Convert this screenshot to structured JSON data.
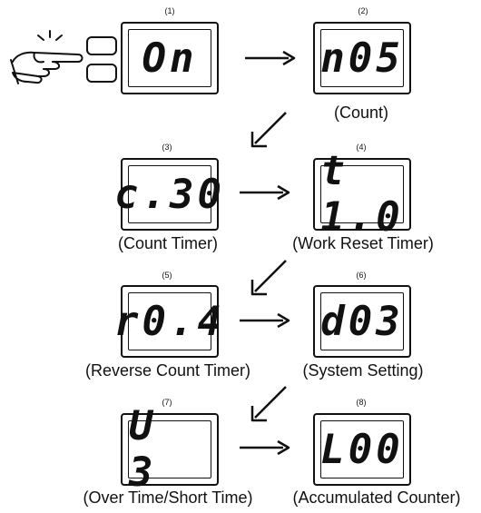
{
  "steps": [
    {
      "num": "(1)",
      "display": "On",
      "caption": ""
    },
    {
      "num": "(2)",
      "display": "n05",
      "caption": "(Count)"
    },
    {
      "num": "(3)",
      "display": "c.30",
      "caption": "(Count Timer)"
    },
    {
      "num": "(4)",
      "display": "t 1.0",
      "caption": "(Work Reset Timer)"
    },
    {
      "num": "(5)",
      "display": "r0.4",
      "caption": "(Reverse Count Timer)"
    },
    {
      "num": "(6)",
      "display": "d03",
      "caption": "(System Setting)"
    },
    {
      "num": "(7)",
      "display": "U 3",
      "caption": "(Over Time/Short Time)"
    },
    {
      "num": "(8)",
      "display": "L00",
      "caption": "(Accumulated Counter)"
    }
  ],
  "icons": {
    "hand": "pointing-hand-icon",
    "buttons": [
      "up-button",
      "down-button"
    ],
    "arrows": [
      "right-arrow-icon",
      "down-left-arrow-icon"
    ]
  }
}
